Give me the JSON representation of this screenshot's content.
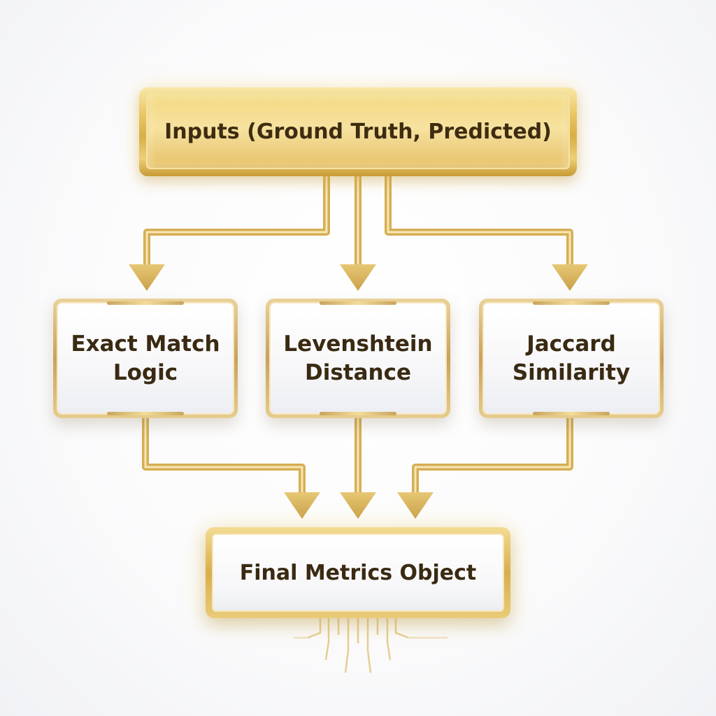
{
  "diagram": {
    "input_node": {
      "label": "Inputs (Ground Truth, Predicted)"
    },
    "process_nodes": [
      {
        "label_line1": "Exact Match",
        "label_line2": "Logic"
      },
      {
        "label_line1": "Levenshtein",
        "label_line2": "Distance"
      },
      {
        "label_line1": "Jaccard",
        "label_line2": "Similarity"
      }
    ],
    "output_node": {
      "label": "Final Metrics Object"
    }
  },
  "colors": {
    "gold_light": "#f6e3a0",
    "gold": "#e2bd5c",
    "gold_dark": "#c9a04a",
    "text": "#3a2a12",
    "background": "#f8f8fa"
  }
}
